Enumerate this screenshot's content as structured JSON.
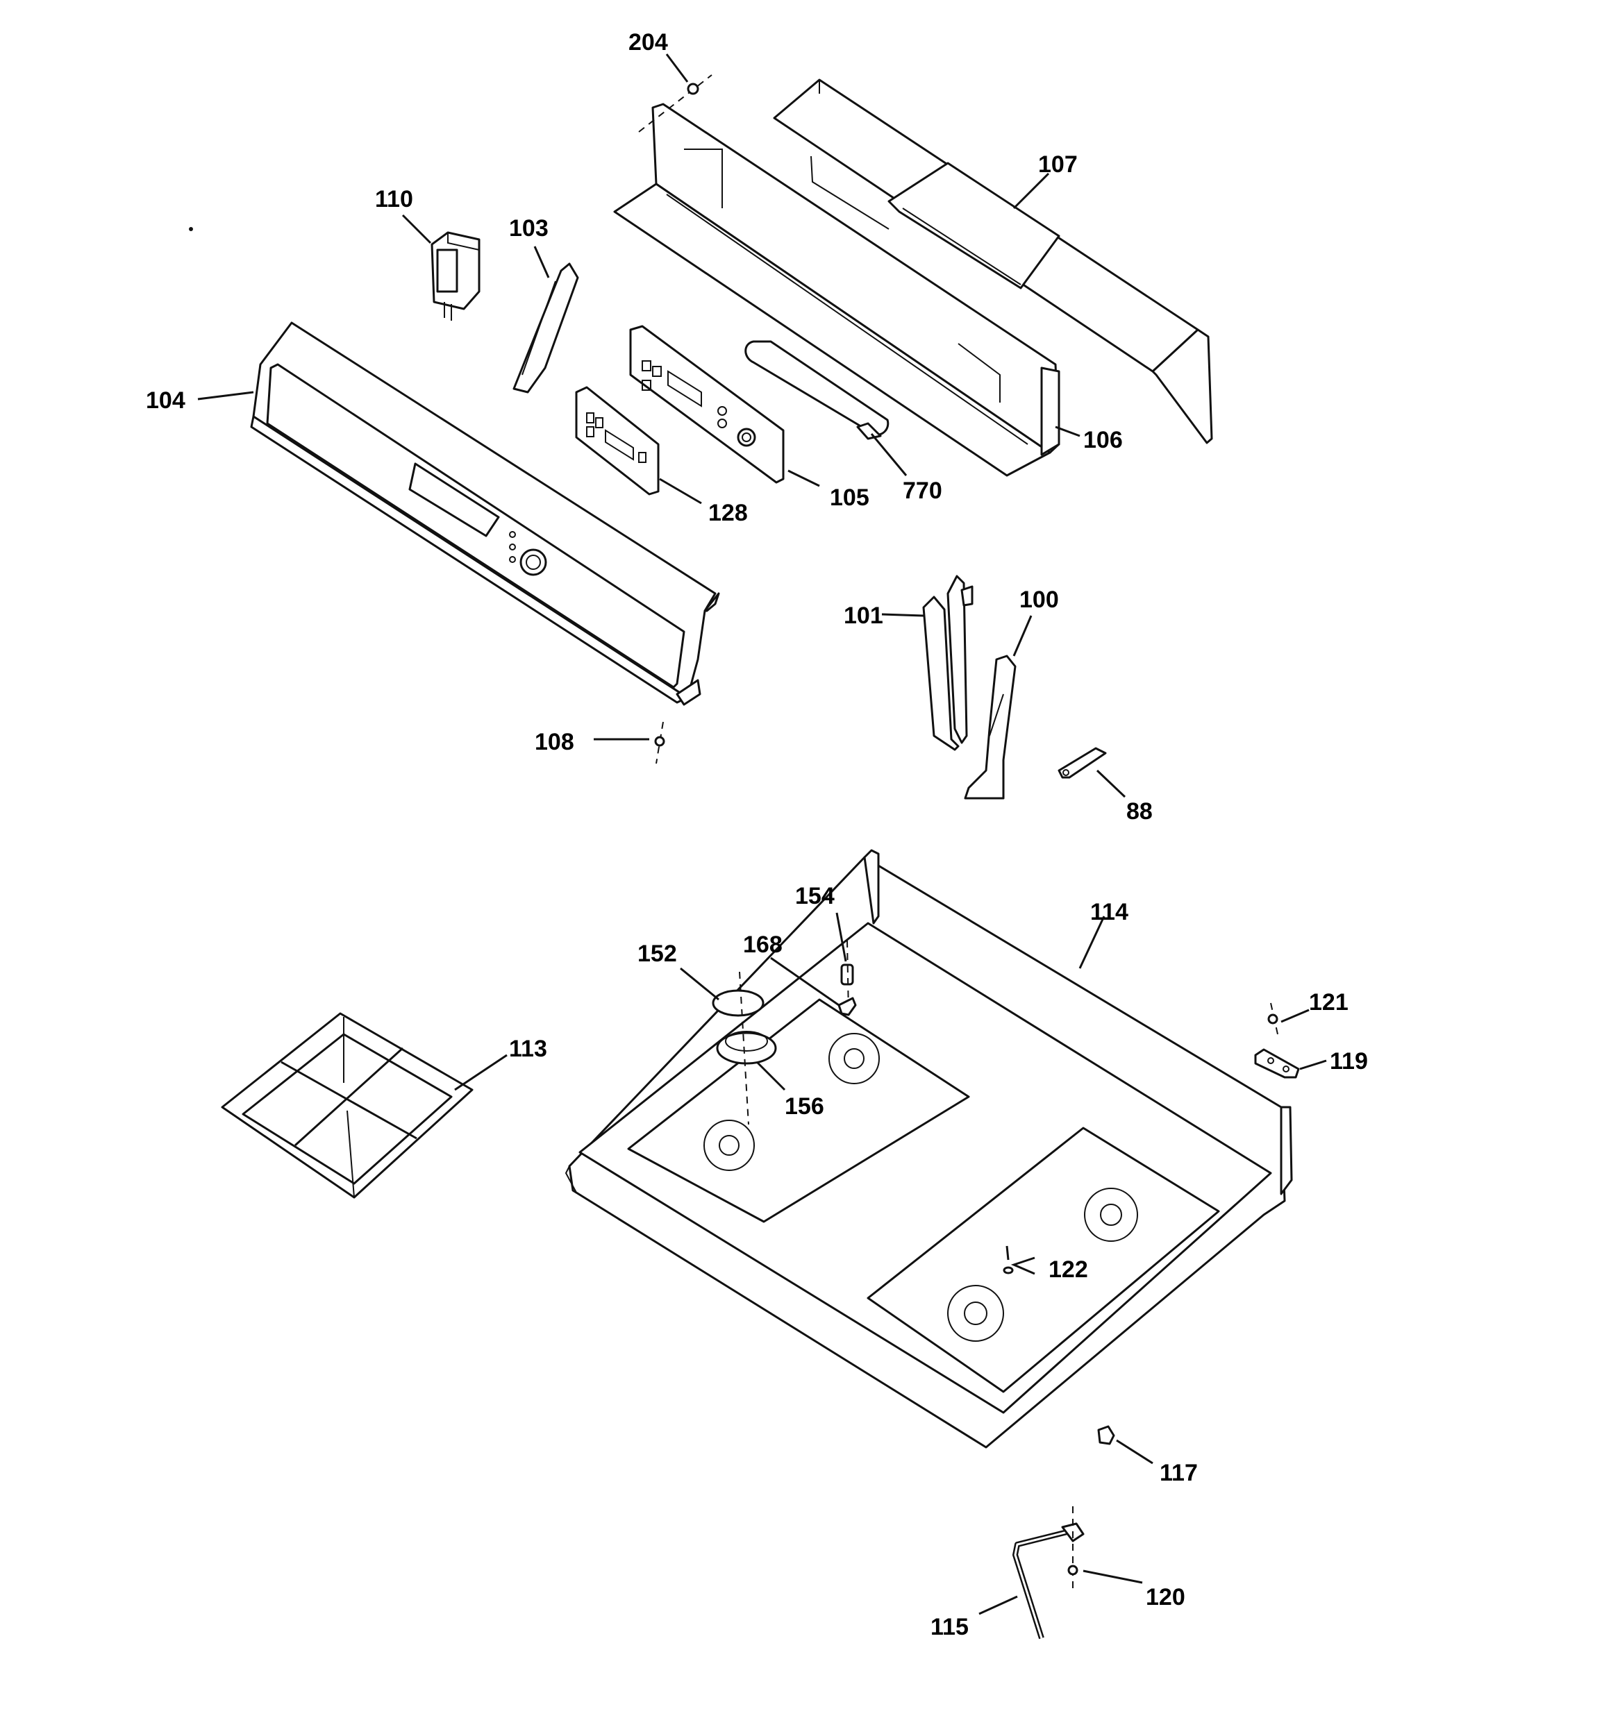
{
  "labels": {
    "p204": "204",
    "p107": "107",
    "p110": "110",
    "p103": "103",
    "p104": "104",
    "p106": "106",
    "p128": "128",
    "p105": "105",
    "p770": "770",
    "p101": "101",
    "p100": "100",
    "p108": "108",
    "p88": "88",
    "p154": "154",
    "p114": "114",
    "p152": "152",
    "p168": "168",
    "p113": "113",
    "p121": "121",
    "p119": "119",
    "p156": "156",
    "p122": "122",
    "p117": "117",
    "p120": "120",
    "p115": "115"
  }
}
